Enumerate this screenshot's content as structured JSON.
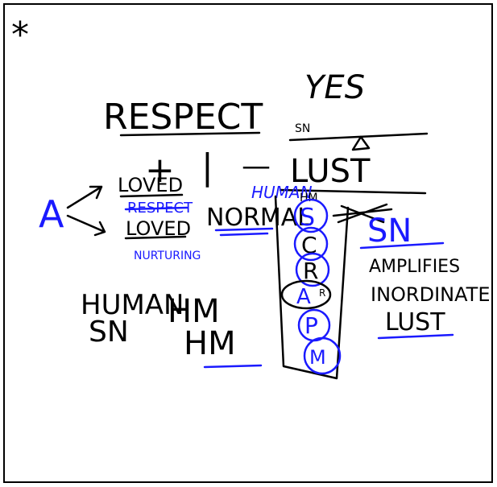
{
  "colors": {
    "ink_black": "#000000",
    "ink_blue": "#1a1aff",
    "background": "#ffffff"
  },
  "labels": {
    "asterisk": "*",
    "yes": "YES",
    "respect": "RESPECT",
    "sn_small": "SN",
    "plus": "+",
    "bar": "|",
    "minus": "—",
    "lust": "LUST",
    "a_blue": "A",
    "loved_1": "LOVED",
    "respect_blue": "RESPECT",
    "normal": "NORMAL",
    "human_blue": "HUMAN",
    "hm_small": "HM",
    "loved_2": "LOVED",
    "nurturing": "NURTURING",
    "sn_blue": "SN",
    "amplifies": "AMPLIFIES",
    "inordinate": "INORDINATE",
    "lust_2": "LUST",
    "human": "HUMAN",
    "sn": "SN",
    "hm_1": "HM",
    "hm_2": "HM",
    "col_s": "S",
    "col_c": "C",
    "col_r": "R",
    "col_a": "A",
    "col_a_sup": "R",
    "col_p": "P",
    "col_m": "M"
  }
}
